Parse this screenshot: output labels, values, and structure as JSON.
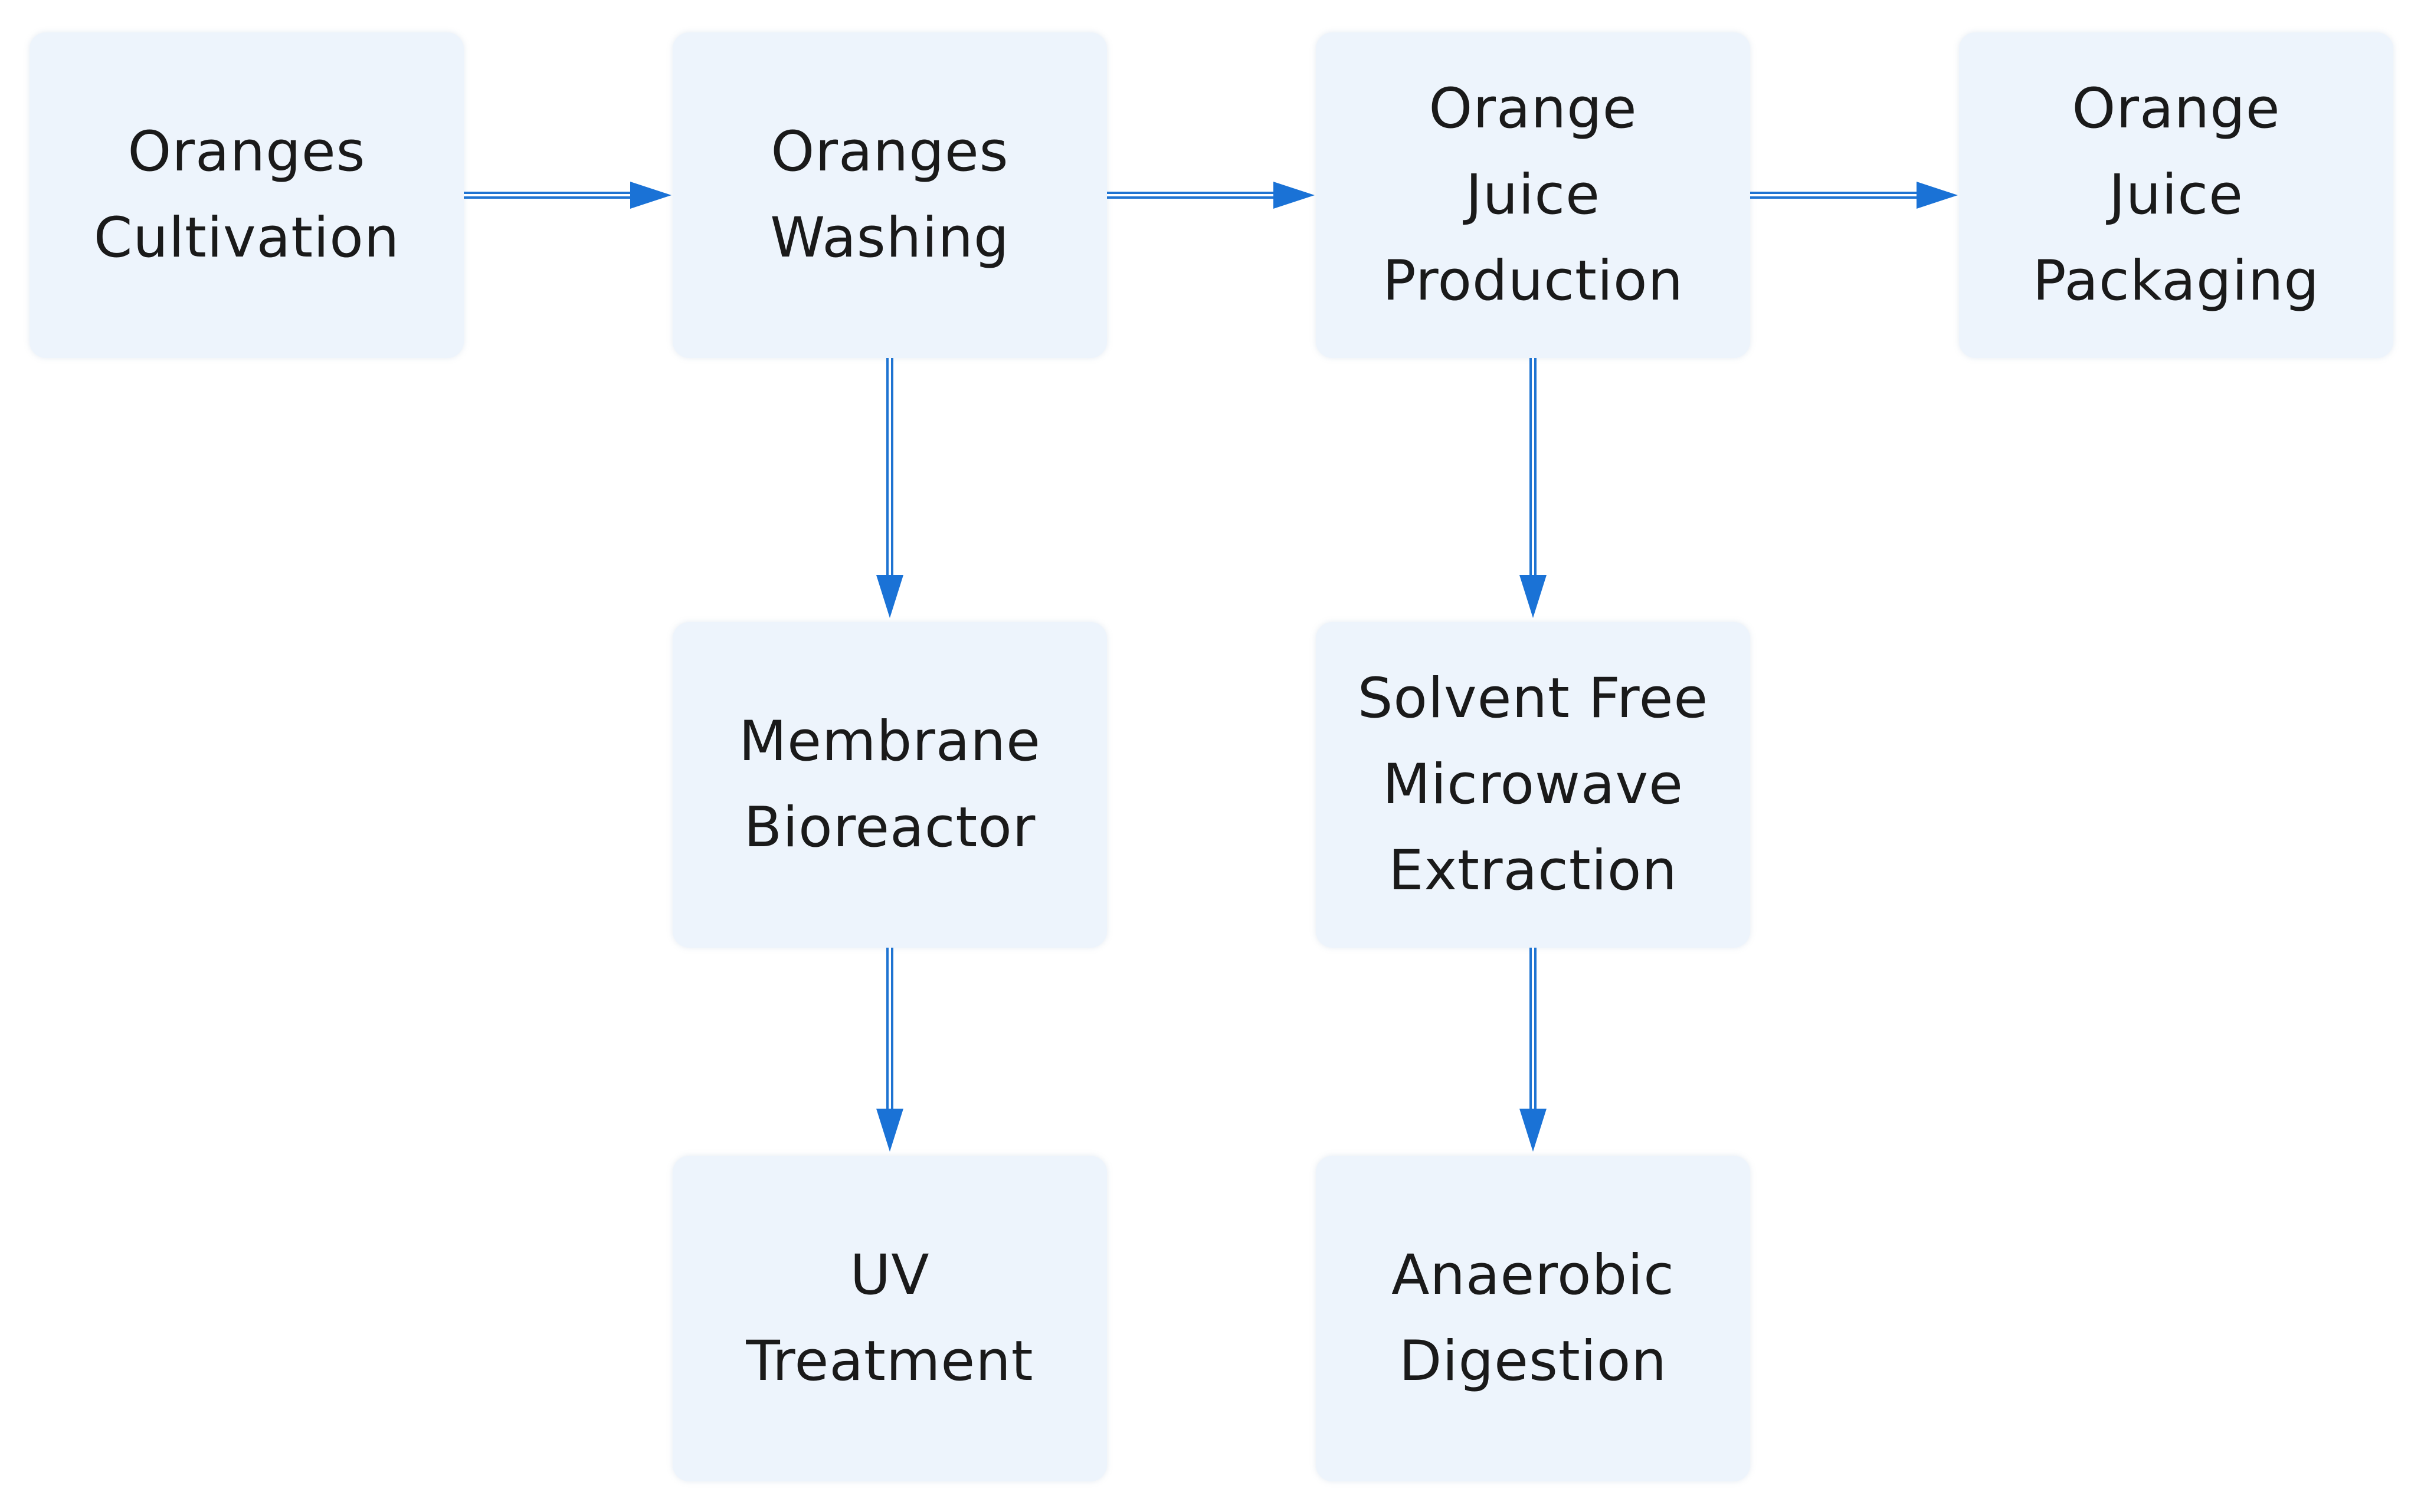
{
  "diagram": {
    "nodes": [
      {
        "id": "n1",
        "label": "Oranges\nCultivation"
      },
      {
        "id": "n2",
        "label": "Oranges\nWashing"
      },
      {
        "id": "n3",
        "label": "Orange\nJuice\nProduction"
      },
      {
        "id": "n4",
        "label": "Orange\nJuice\nPackaging"
      },
      {
        "id": "n5",
        "label": "Membrane\nBioreactor"
      },
      {
        "id": "n6",
        "label": "Solvent Free\nMicrowave\nExtraction"
      },
      {
        "id": "n7",
        "label": "UV\nTreatment"
      },
      {
        "id": "n8",
        "label": "Anaerobic\nDigestion"
      }
    ],
    "edges": [
      {
        "from": "n1",
        "to": "n2"
      },
      {
        "from": "n2",
        "to": "n3"
      },
      {
        "from": "n3",
        "to": "n4"
      },
      {
        "from": "n2",
        "to": "n5"
      },
      {
        "from": "n3",
        "to": "n6"
      },
      {
        "from": "n5",
        "to": "n7"
      },
      {
        "from": "n6",
        "to": "n8"
      }
    ],
    "colors": {
      "node_fill": "#edf4fc",
      "arrow": "#1a72d6",
      "text": "#1a1a1a"
    }
  }
}
